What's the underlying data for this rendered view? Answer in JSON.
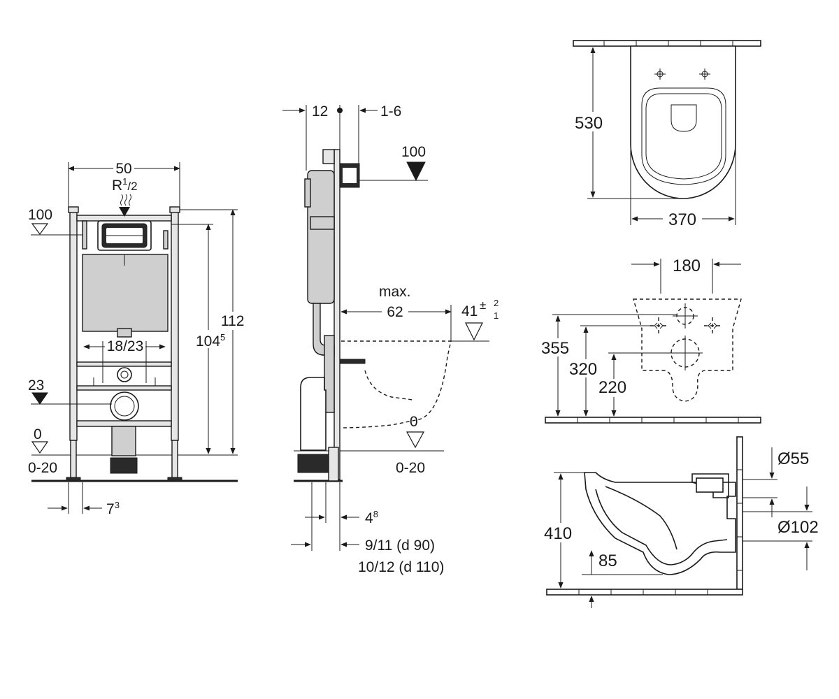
{
  "front_view": {
    "width": "50",
    "connection_r": "R",
    "connection_sup": "1",
    "connection_sub": "/2",
    "level_top": "100",
    "level_mid": "23",
    "level_floor": "0",
    "floor_range": "0-20",
    "height_total": "112",
    "height_inner_base": "104",
    "height_inner_sup": "5",
    "drain_spacing": "18/23",
    "foot_offset_base": "7",
    "foot_offset_sup": "3"
  },
  "side_view": {
    "depth_left": "12",
    "depth_right": "1-6",
    "level_top": "100",
    "max_label": "max.",
    "projection": "62",
    "height_base": "41",
    "tolerance_plus": "+2",
    "tolerance_minus": "-1",
    "tolerance_upper": "2",
    "tolerance_lower": "1",
    "level_floor": "0",
    "floor_range": "0-20",
    "offset_base": "4",
    "offset_sup": "8",
    "pipe_line_1": "9/11 (d 90)",
    "pipe_line_2": "10/12 (d 110)"
  },
  "bowl_top": {
    "length": "530",
    "width": "370"
  },
  "bowl_back": {
    "hole_spacing": "180",
    "height_1": "355",
    "height_2": "320",
    "height_3": "220"
  },
  "bowl_side": {
    "height": "410",
    "depth": "85",
    "inlet_diameter": "Ø55",
    "outlet_diameter": "Ø102"
  }
}
